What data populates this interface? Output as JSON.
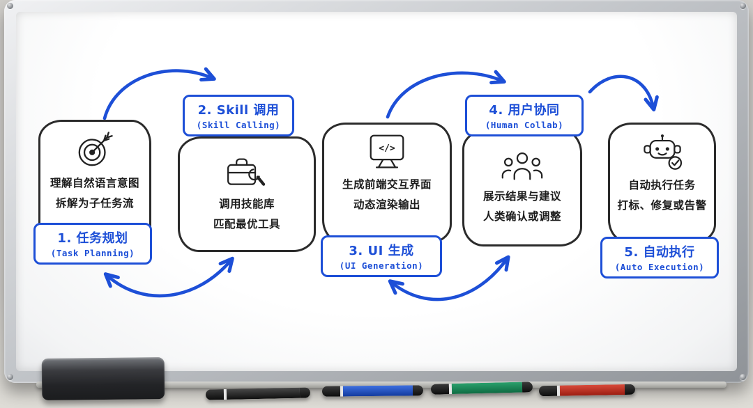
{
  "colors": {
    "accent_blue": "#1d4fd7",
    "ink": "#222222",
    "frame_gray": "#c3c6ca"
  },
  "steps": [
    {
      "label": "1. 任务规划",
      "label_en": "(Task Planning)",
      "line1": "理解自然语言意图",
      "line2": "拆解为子任务流",
      "icon": "target-icon"
    },
    {
      "label": "2. Skill 调用",
      "label_en": "(Skill Calling)",
      "line1": "调用技能库",
      "line2": "匹配最优工具",
      "icon": "toolbox-wrench-icon"
    },
    {
      "label": "3. UI 生成",
      "label_en": "(UI Generation)",
      "line1": "生成前端交互界面",
      "line2": "动态渲染输出",
      "icon": "code-monitor-icon",
      "code_glyph": "</>"
    },
    {
      "label": "4. 用户协同",
      "label_en": "(Human Collab)",
      "line1": "展示结果与建议",
      "line2": "人类确认或调整",
      "icon": "people-group-icon"
    },
    {
      "label": "5. 自动执行",
      "label_en": "(Auto Execution)",
      "line1": "自动执行任务",
      "line2": "打标、修复或告警",
      "icon": "robot-check-icon"
    }
  ],
  "tray": {
    "eraser": {
      "name": "whiteboard-eraser",
      "hex": "#232427"
    },
    "markers": [
      {
        "name": "black-marker",
        "hex": "#101010"
      },
      {
        "name": "blue-marker",
        "hex": "#123a9e"
      },
      {
        "name": "green-marker",
        "hex": "#0f6b42"
      },
      {
        "name": "red-marker",
        "hex": "#9c1d12"
      }
    ]
  }
}
